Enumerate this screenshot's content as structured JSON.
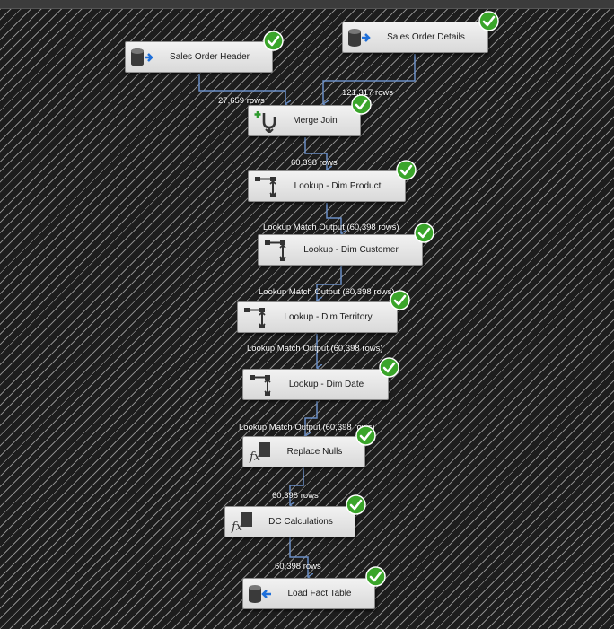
{
  "colors": {
    "canvas_bg": "#1f1f1f",
    "hatch": "#8a8a8a",
    "node_fill": "#e6e6e6",
    "node_border": "#8c8c8c",
    "flow_line": "#6b8fc6",
    "success_green": "#3aa52a"
  },
  "nodes": {
    "sales_order_header": {
      "label": "Sales Order Header",
      "icon": "source-icon",
      "status": "success"
    },
    "sales_order_details": {
      "label": "Sales Order Details",
      "icon": "source-icon",
      "status": "success"
    },
    "merge_join": {
      "label": "Merge Join",
      "icon": "merge-join-icon",
      "status": "success"
    },
    "lookup_dim_product": {
      "label": "Lookup - Dim Product",
      "icon": "lookup-icon",
      "status": "success"
    },
    "lookup_dim_customer": {
      "label": "Lookup - Dim Customer",
      "icon": "lookup-icon",
      "status": "success"
    },
    "lookup_dim_territory": {
      "label": "Lookup - Dim Territory",
      "icon": "lookup-icon",
      "status": "success"
    },
    "lookup_dim_date": {
      "label": "Lookup - Dim Date",
      "icon": "lookup-icon",
      "status": "success"
    },
    "replace_nulls": {
      "label": "Replace Nulls",
      "icon": "derived-column-icon",
      "status": "success"
    },
    "dc_calculations": {
      "label": "DC Calculations",
      "icon": "derived-column-icon",
      "status": "success"
    },
    "load_fact_table": {
      "label": "Load Fact Table",
      "icon": "destination-icon",
      "status": "success"
    }
  },
  "flows": {
    "header_to_merge": "27,659 rows",
    "details_to_merge": "121,317 rows",
    "merge_to_product": "60,398 rows",
    "product_to_customer": "Lookup Match Output (60,398 rows)",
    "customer_to_territory": "Lookup Match Output (60,398 rows)",
    "territory_to_date": "Lookup Match Output (60,398 rows)",
    "date_to_nulls": "Lookup Match Output (60,398 rows)",
    "nulls_to_dc": "60,398 rows",
    "dc_to_load": "60,398 rows"
  }
}
